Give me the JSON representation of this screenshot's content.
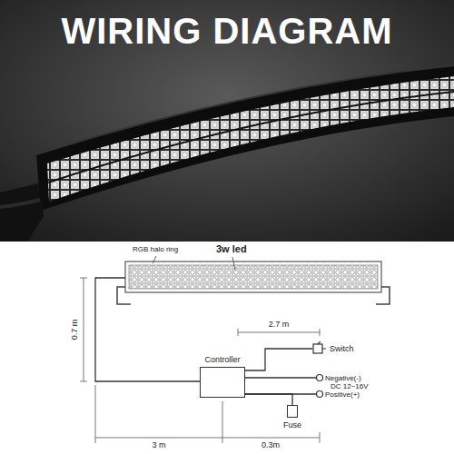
{
  "diagram": {
    "title": "WIRING DIAGRAM",
    "nodes": [
      {
        "text": [
          "Controller"
        ]
      },
      {
        "text": [
          "Switch"
        ]
      },
      {
        "text": [
          "Fuse"
        ]
      }
    ],
    "edges": [
      {
        "from": 0,
        "to": 1,
        "arrow": "none"
      },
      {
        "from": 0,
        "to": 2,
        "arrow": "none"
      }
    ],
    "labels": [
      "RGB halo ring",
      "3w led",
      "0.7 m",
      "2.7 m",
      "Negative(-)",
      "DC 12~16V",
      "Positive(+)",
      "3 m",
      "0.3m"
    ]
  }
}
